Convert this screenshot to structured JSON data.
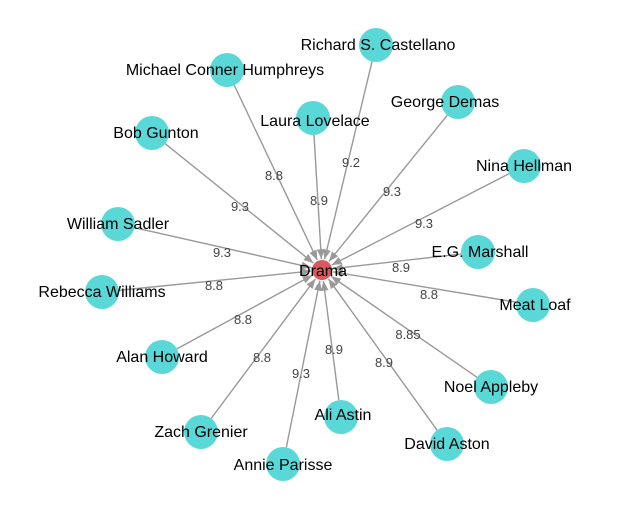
{
  "graph": {
    "center": {
      "label": "Drama",
      "color": "#d9595c"
    },
    "leaf_color": "#5ad8d8",
    "edge_color": "#999999",
    "nodes": [
      {
        "label": "Richard S. Castellano",
        "weight": "9.2"
      },
      {
        "label": "Michael Conner Humphreys",
        "weight": "8.8"
      },
      {
        "label": "Laura Lovelace",
        "weight": "8.9"
      },
      {
        "label": "George Demas",
        "weight": "9.3"
      },
      {
        "label": "Bob Gunton",
        "weight": "9.3"
      },
      {
        "label": "Nina Hellman",
        "weight": "9.3"
      },
      {
        "label": "William Sadler",
        "weight": "9.3"
      },
      {
        "label": "E.G. Marshall",
        "weight": "8.9"
      },
      {
        "label": "Rebecca Williams",
        "weight": "8.8"
      },
      {
        "label": "Meat Loaf",
        "weight": "8.8"
      },
      {
        "label": "Alan Howard",
        "weight": "8.8"
      },
      {
        "label": "Noel Appleby",
        "weight": "8.85"
      },
      {
        "label": "Ali Astin",
        "weight": "8.9"
      },
      {
        "label": "Zach Grenier",
        "weight": "8.8"
      },
      {
        "label": "David Aston",
        "weight": "8.9"
      },
      {
        "label": "Annie Parisse",
        "weight": "9.3"
      }
    ]
  }
}
